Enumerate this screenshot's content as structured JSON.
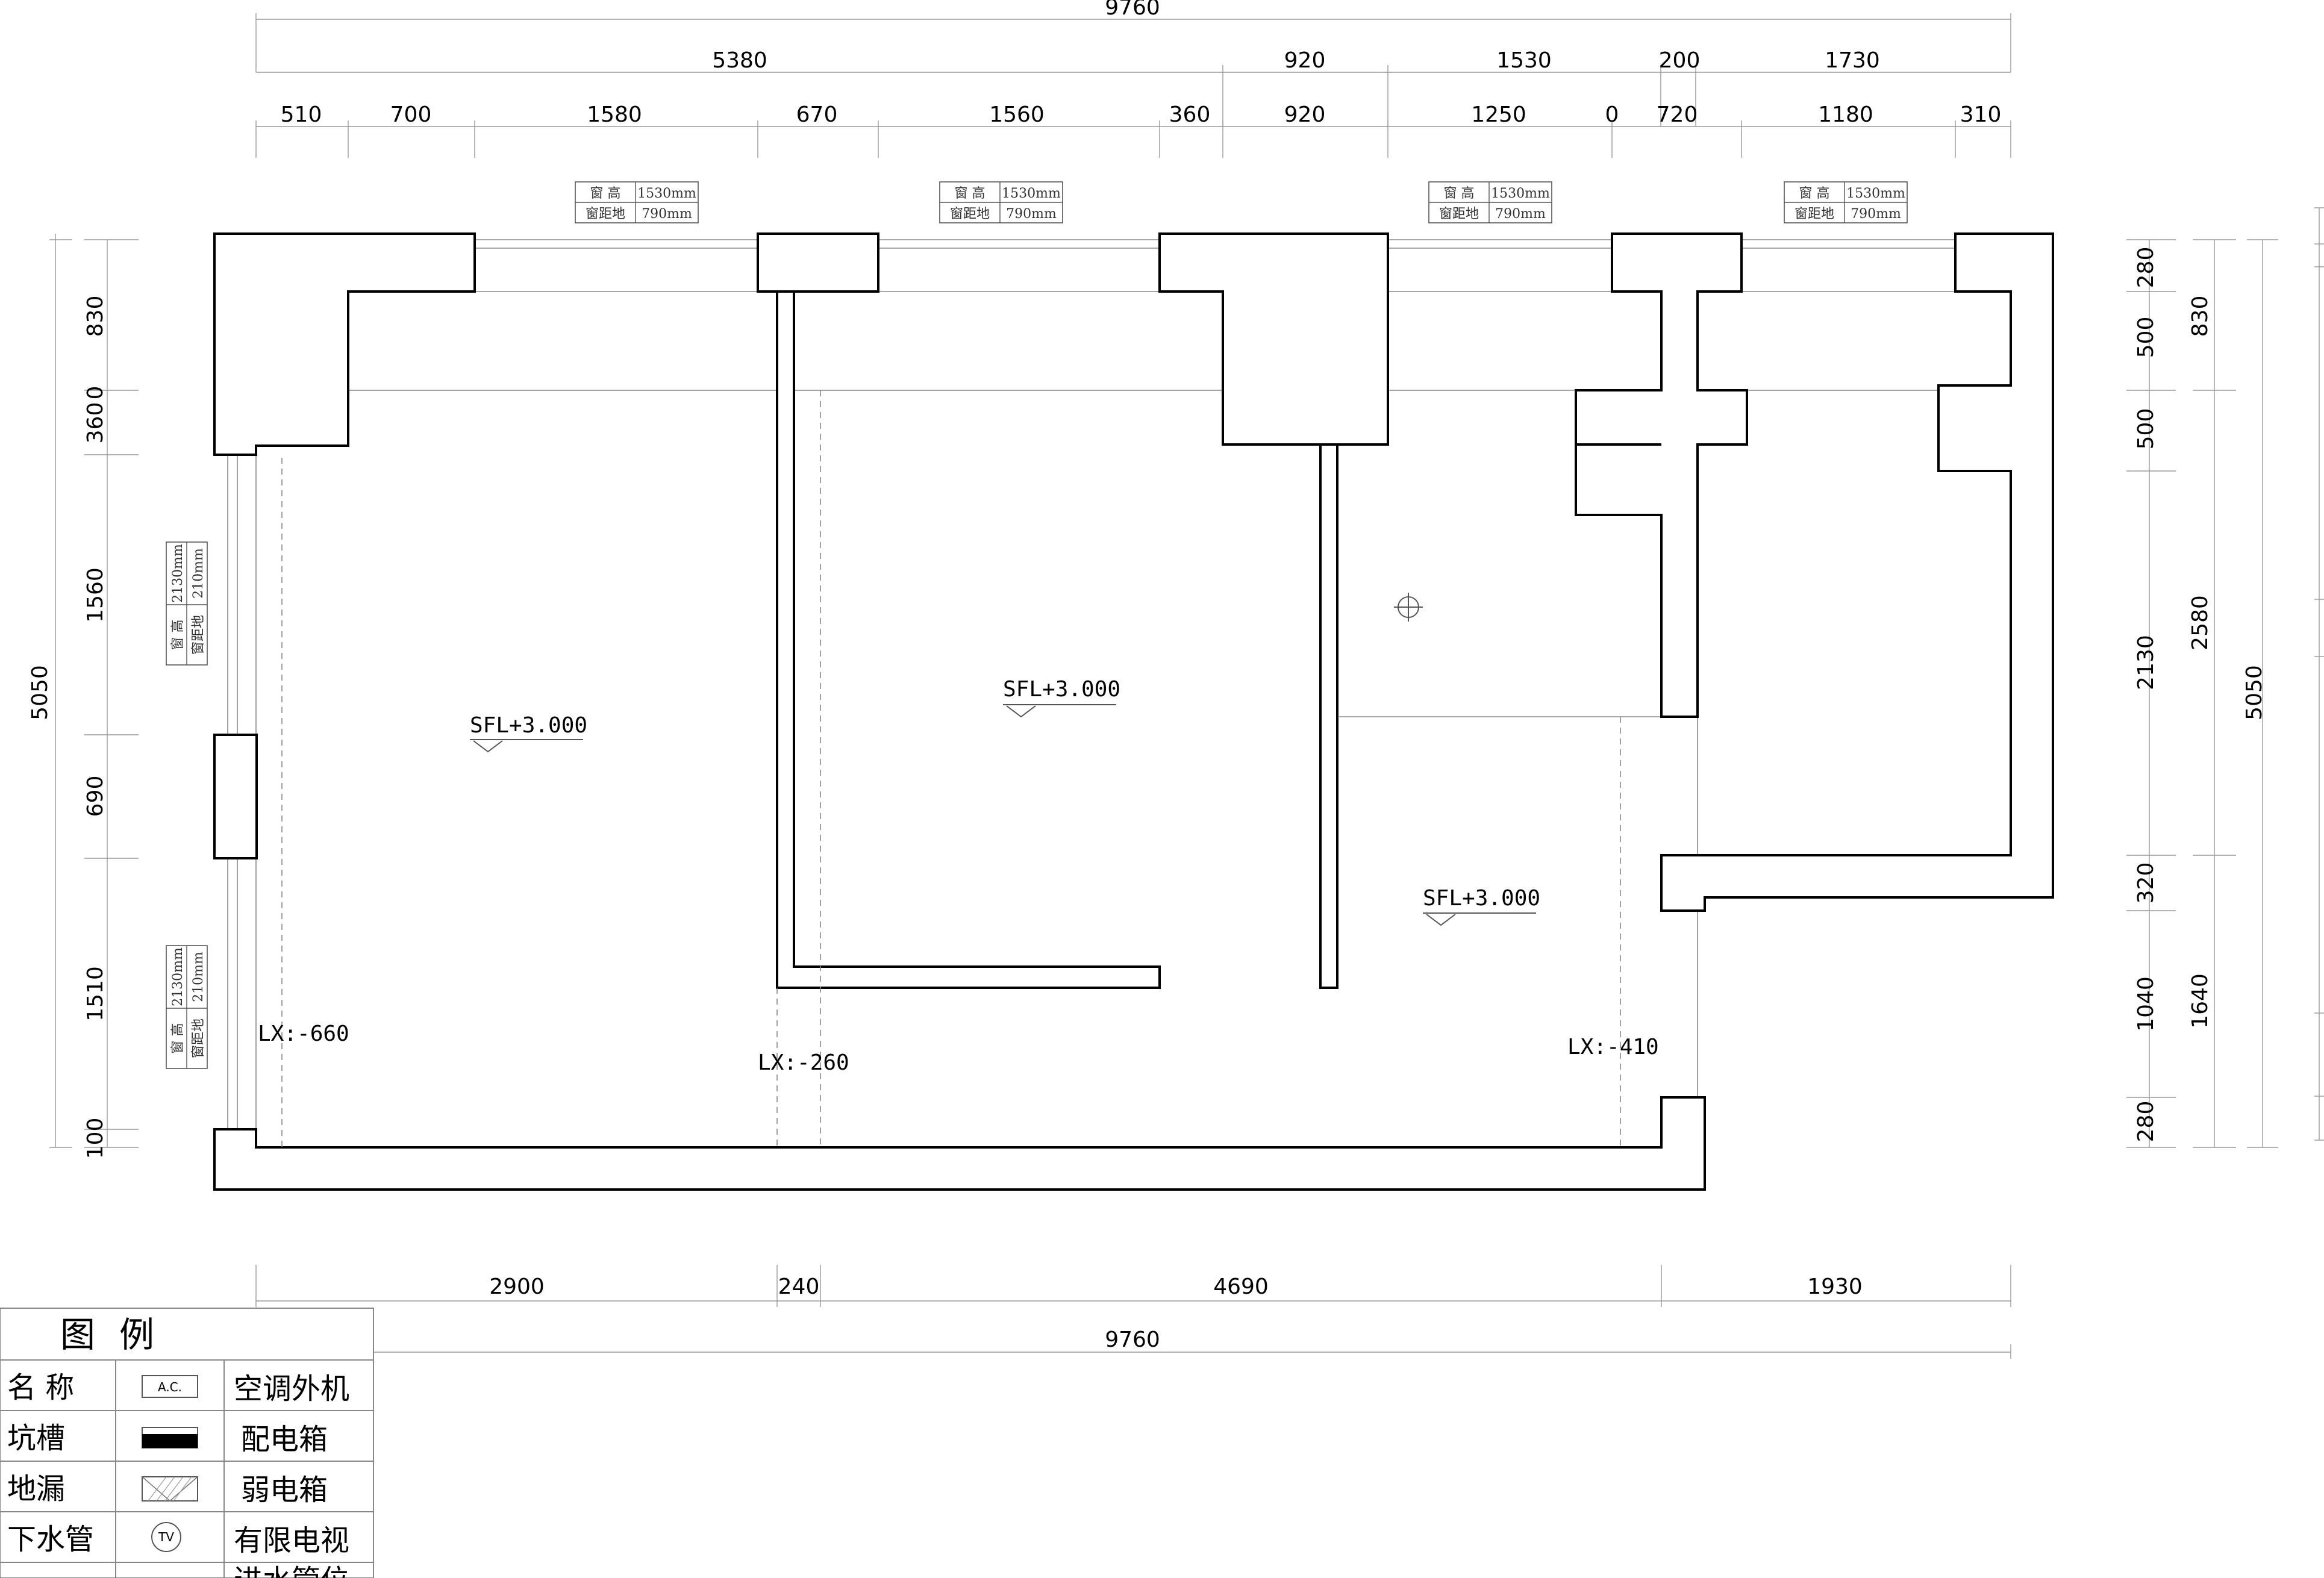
{
  "dimensions": {
    "top_total": "9760",
    "top_mid": [
      "5380",
      "920",
      "1530",
      "200",
      "1730"
    ],
    "top_detail": [
      "510",
      "700",
      "1580",
      "670",
      "1560",
      "360",
      "920",
      "1250",
      "0",
      "720",
      "1180",
      "310"
    ],
    "bottom": [
      "2900",
      "240",
      "4690",
      "1930"
    ],
    "bottom_total": "9760",
    "left_detail": [
      "830",
      "360",
      "0",
      "1560",
      "690",
      "1510",
      "100"
    ],
    "left_total": "5050",
    "right_inner": [
      "280",
      "500",
      "500",
      "2130",
      "320",
      "1040",
      "280"
    ],
    "right_mid": [
      "830",
      "2580",
      "1640"
    ],
    "right_total": "5050"
  },
  "windows": {
    "top": [
      {
        "h_label": "窗  高",
        "h_value": "1530mm",
        "d_label": "窗距地",
        "d_value": "790mm"
      },
      {
        "h_label": "窗  高",
        "h_value": "1530mm",
        "d_label": "窗距地",
        "d_value": "790mm"
      },
      {
        "h_label": "窗  高",
        "h_value": "1530mm",
        "d_label": "窗距地",
        "d_value": "790mm"
      },
      {
        "h_label": "窗  高",
        "h_value": "1530mm",
        "d_label": "窗距地",
        "d_value": "790mm"
      }
    ],
    "left": [
      {
        "h_label": "窗  高",
        "h_value": "2130mm",
        "d_label": "窗距地",
        "d_value": "210mm"
      },
      {
        "h_label": "窗  高",
        "h_value": "2130mm",
        "d_label": "窗距地",
        "d_value": "210mm"
      }
    ]
  },
  "levels": [
    "SFL+3.000",
    "SFL+3.000",
    "SFL+3.000"
  ],
  "beams": [
    "LX:-660",
    "LX:-260",
    "LX:-410"
  ],
  "legend": {
    "title": "图例",
    "header_name": "名  称",
    "rows": [
      {
        "left": "名  称",
        "symbol": "ac",
        "symbol_text": "A.C.",
        "right": "空调外机"
      },
      {
        "left": "坑槽",
        "symbol": "black-bar",
        "right": "配电箱"
      },
      {
        "left": "地漏",
        "symbol": "hatch-box",
        "right": "弱电箱"
      },
      {
        "left": "下水管",
        "symbol": "tv-circle",
        "symbol_text": "TV",
        "right": "有限电视"
      },
      {
        "left": "",
        "symbol": "none",
        "right": "进水管位"
      }
    ]
  }
}
